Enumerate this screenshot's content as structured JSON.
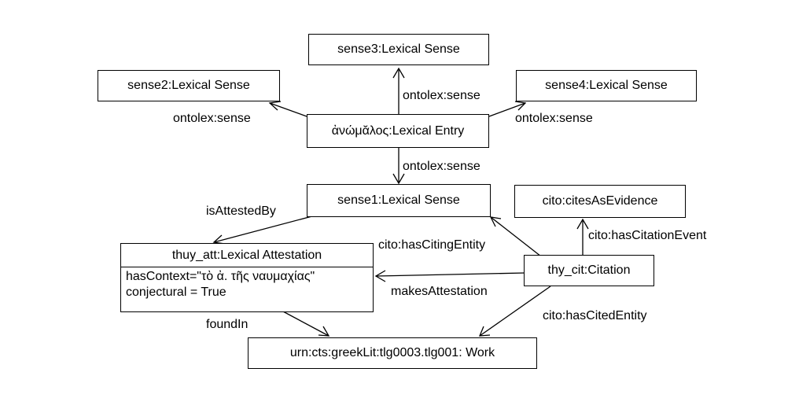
{
  "nodes": {
    "sense3": "sense3:Lexical Sense",
    "sense2": "sense2:Lexical Sense",
    "sense4": "sense4:Lexical Sense",
    "entry": "ἀνώμᾰλος:Lexical Entry",
    "sense1": "sense1:Lexical Sense",
    "citesAsEvidence": "cito:citesAsEvidence",
    "attestation": {
      "title": "thuy_att:Lexical Attestation",
      "attributes": [
        "hasContext=\"τὸ ἀ. τῆς ναυμαχίας\"",
        "conjectural = True"
      ]
    },
    "citation": "thy_cit:Citation",
    "work": "urn:cts:greekLit:tlg0003.tlg001: Work"
  },
  "edges": {
    "entry_sense3": "ontolex:sense",
    "entry_sense2": "ontolex:sense",
    "entry_sense4": "ontolex:sense",
    "entry_sense1": "ontolex:sense",
    "sense1_attestation": "isAttestedBy",
    "citation_sense1": "cito:hasCitingEntity",
    "citation_event": "cito:hasCitationEvent",
    "citation_attestation": "makesAttestation",
    "citation_work": "cito:hasCitedEntity",
    "attestation_work": "foundIn"
  }
}
